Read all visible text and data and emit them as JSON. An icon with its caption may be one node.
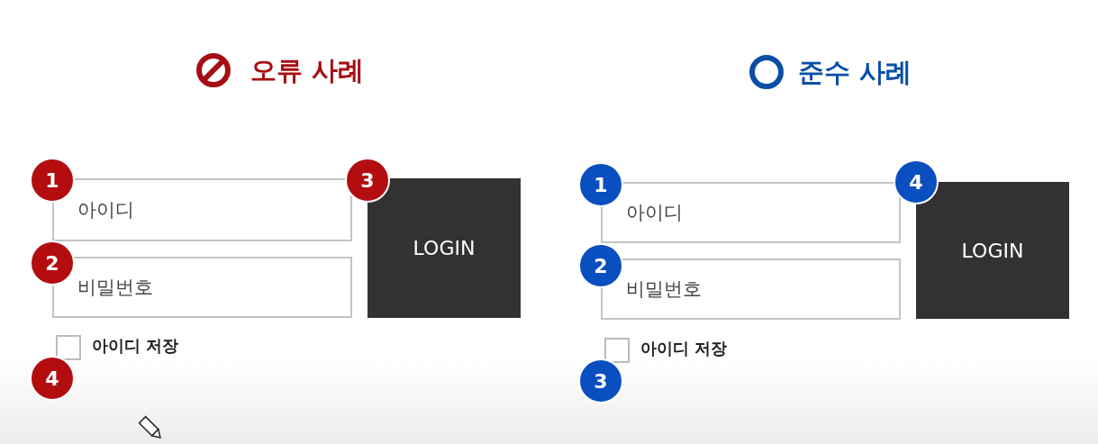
{
  "diagram": {
    "nodes": [
      {
        "text": [
          "아이디"
        ]
      },
      {
        "text": [
          "비밀번호"
        ]
      },
      {
        "text": [
          "LOGIN"
        ]
      },
      {
        "text": [
          "아이디"
        ]
      },
      {
        "text": [
          "비밀번호"
        ]
      },
      {
        "text": [
          "LOGIN"
        ]
      }
    ],
    "labels": [
      "오류 사례",
      "1",
      "3",
      "2",
      "아이디 저장",
      "4",
      "준수 사례",
      "1",
      "4",
      "2",
      "아이디 저장",
      "3"
    ]
  }
}
